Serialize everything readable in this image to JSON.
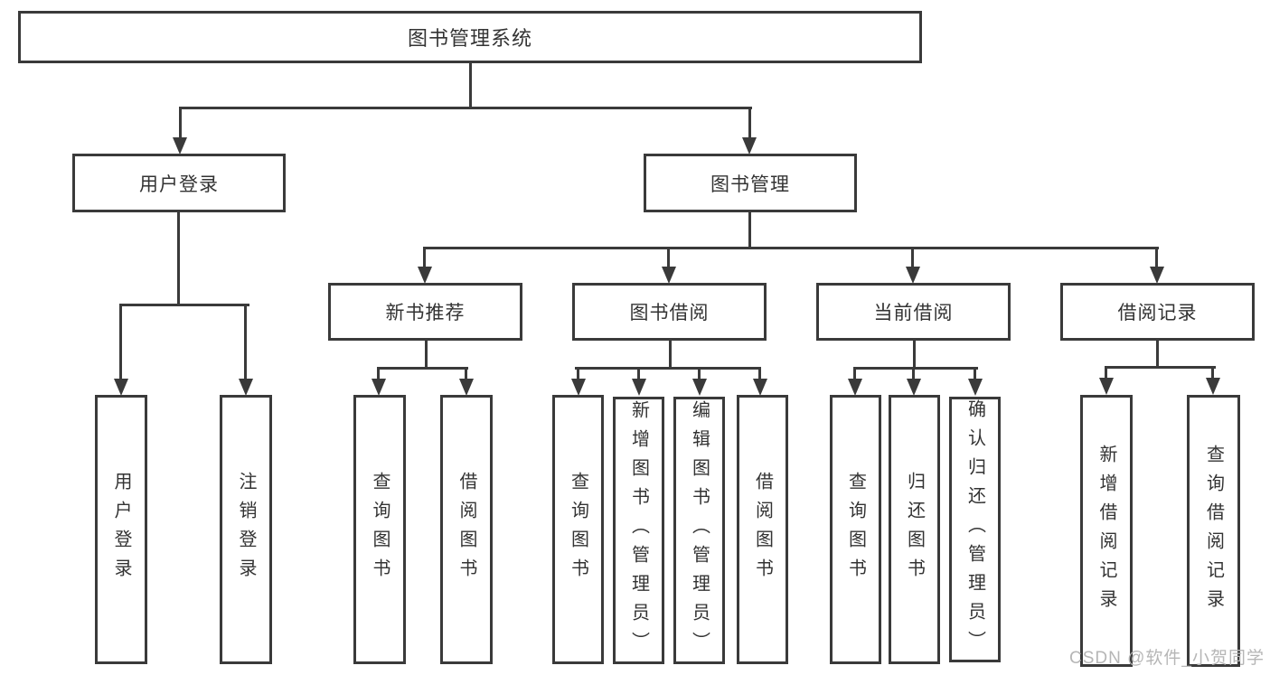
{
  "colors": {
    "line": "#3a3a3a",
    "text": "#333333",
    "watermark": "#b6b6b6",
    "background": "#ffffff"
  },
  "tree": {
    "root": "图书管理系统",
    "branches": [
      {
        "label": "用户登录",
        "children": [
          "用户登录",
          "注销登录"
        ]
      },
      {
        "label": "图书管理",
        "groups": [
          {
            "label": "新书推荐",
            "children": [
              "查询图书",
              "借阅图书"
            ]
          },
          {
            "label": "图书借阅",
            "children": [
              "查询图书",
              "新增图书（管理员）",
              "编辑图书（管理员）",
              "借阅图书"
            ]
          },
          {
            "label": "当前借阅",
            "children": [
              "查询图书",
              "归还图书",
              "确认归还（管理员）"
            ]
          },
          {
            "label": "借阅记录",
            "children": [
              "新增借阅记录",
              "查询借阅记录"
            ]
          }
        ]
      }
    ]
  },
  "watermark": "CSDN @软件_小贺同学"
}
